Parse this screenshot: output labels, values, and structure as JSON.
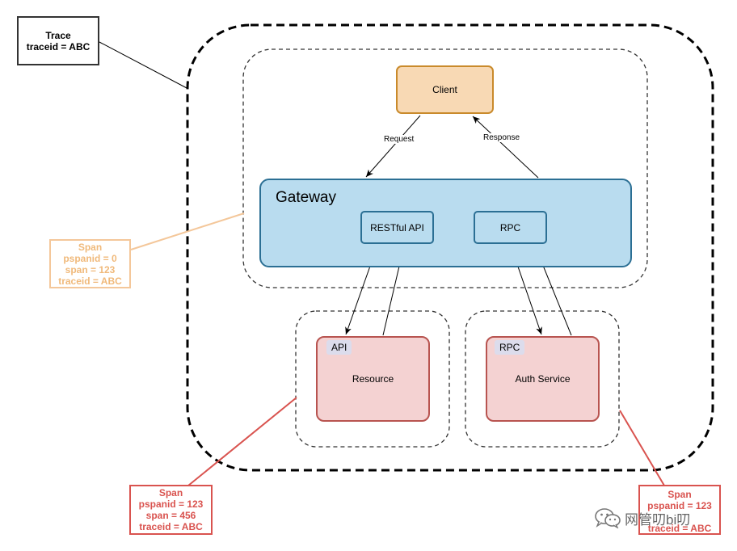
{
  "trace_box": {
    "line1": "Trace",
    "line2": "traceid = ABC"
  },
  "span_gateway": {
    "title": "Span",
    "pspanid": "pspanid = 0",
    "span": "span = 123",
    "traceid": "traceid = ABC"
  },
  "span_resource": {
    "title": "Span",
    "pspanid": "pspanid = 123",
    "span": "span = 456",
    "traceid": "traceid = ABC"
  },
  "span_auth": {
    "title": "Span",
    "pspanid": "pspanid = 123",
    "traceid": "traceid = ABC"
  },
  "client": {
    "label": "Client"
  },
  "gateway": {
    "title": "Gateway",
    "restful_label": "RESTful API",
    "rpc_label": "RPC"
  },
  "resource": {
    "label": "Resource",
    "tag": "API"
  },
  "auth": {
    "label": "Auth Service",
    "tag": "RPC"
  },
  "edges": {
    "request": "Request",
    "response": "Response"
  },
  "watermark": {
    "text": "网管叨bi叨",
    "icon": "wechat-icon"
  },
  "colors": {
    "orange_span": "#f0b97a",
    "red_span": "#d9534f",
    "client_fill": "#f8d9b4",
    "gateway_fill": "#b9dcef",
    "service_fill": "#f4d2d2"
  }
}
